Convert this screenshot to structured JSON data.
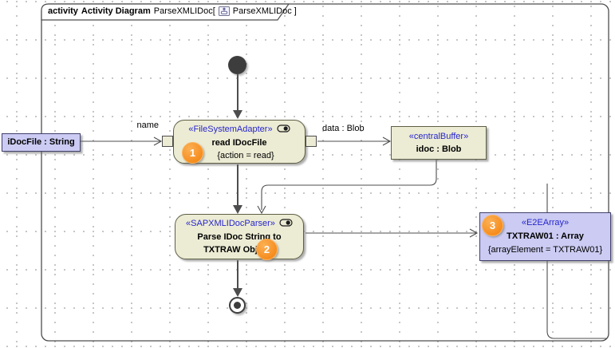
{
  "frame": {
    "keyword": "activity",
    "diagram_type": "Activity Diagram",
    "context_name": "ParseXMLIDoc[",
    "diagram_name": "ParseXMLIDoc ]"
  },
  "nodes": {
    "read_action": {
      "stereotype": "«FileSystemAdapter»",
      "label": "read IDocFile",
      "tag": "{action = read}",
      "badge": "1"
    },
    "parse_action": {
      "stereotype": "«SAPXMLIDocParser»",
      "label_line1": "Parse IDoc String to",
      "label_line2": "TXTRAW Objects",
      "badge": "2"
    },
    "idoc_param": {
      "label": "iDocFile : String"
    },
    "central_buffer": {
      "stereotype": "«centralBuffer»",
      "label": "idoc : Blob"
    },
    "e2e_array": {
      "stereotype": "«E2EArray»",
      "label": "TXTRAW01 : Array",
      "tag": "{arrayElement = TXTRAW01}",
      "badge": "3"
    }
  },
  "edge_labels": {
    "name_pin": "name",
    "data_pin": "data : Blob"
  },
  "colors": {
    "stereotype_blue": "#2626cc",
    "node_cream": "#ecebd4",
    "node_cream_border": "#5f5f46",
    "node_lavender": "#cbcbf3",
    "node_lavender_border": "#41416b",
    "badge_orange": "#f68d1f",
    "edge_gray": "#4d4d4d",
    "grid_dot": "#b3b3b3"
  }
}
